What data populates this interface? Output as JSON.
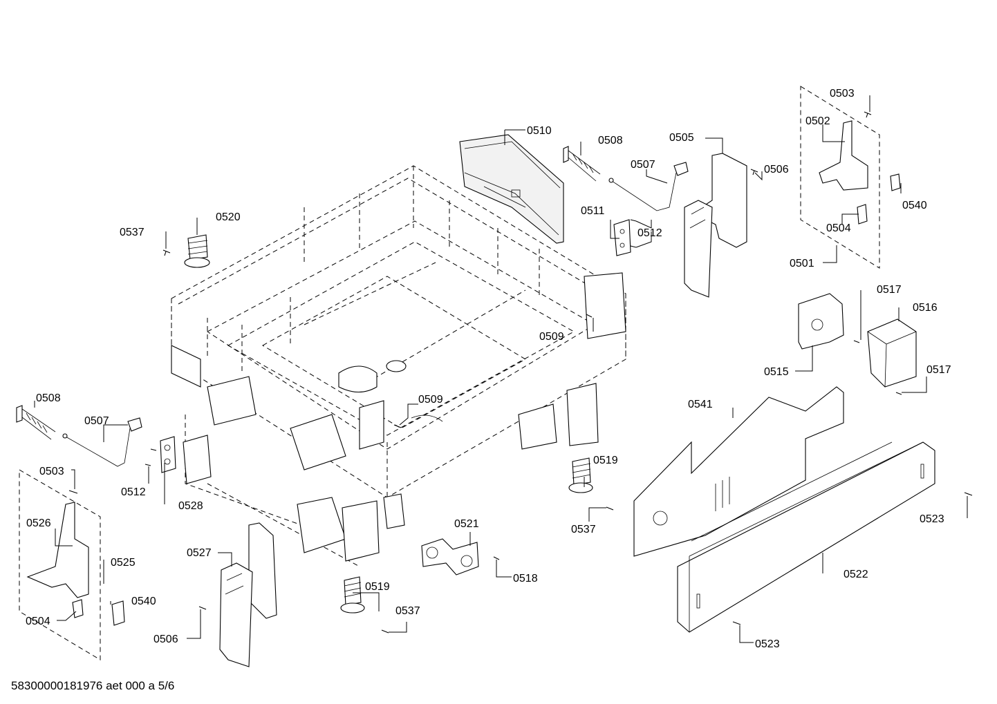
{
  "labels": {
    "l0501": "0501",
    "l0502": "0502",
    "l0503a": "0503",
    "l0503b": "0503",
    "l0504a": "0504",
    "l0504b": "0504",
    "l0505": "0505",
    "l0506a": "0506",
    "l0506b": "0506",
    "l0507a": "0507",
    "l0507b": "0507",
    "l0508a": "0508",
    "l0508b": "0508",
    "l0509a": "0509",
    "l0509b": "0509",
    "l0510": "0510",
    "l0511": "0511",
    "l0512a": "0512",
    "l0512b": "0512",
    "l0515": "0515",
    "l0516": "0516",
    "l0517a": "0517",
    "l0517b": "0517",
    "l0518": "0518",
    "l0519a": "0519",
    "l0519b": "0519",
    "l0520": "0520",
    "l0521": "0521",
    "l0522": "0522",
    "l0523a": "0523",
    "l0523b": "0523",
    "l0525": "0525",
    "l0526": "0526",
    "l0527": "0527",
    "l0528": "0528",
    "l0537a": "0537",
    "l0537b": "0537",
    "l0537c": "0537",
    "l0540a": "0540",
    "l0540b": "0540",
    "l0541": "0541"
  },
  "footer": "58300000181976 aet 000 a 5/6"
}
